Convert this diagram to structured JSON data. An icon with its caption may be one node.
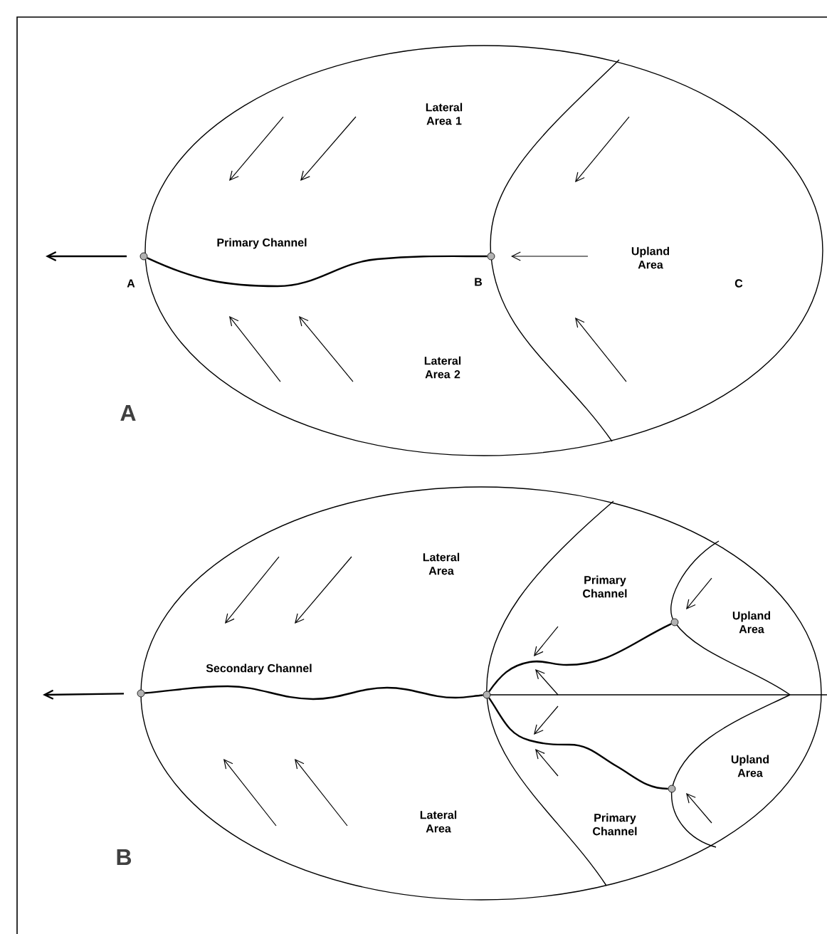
{
  "diagram": {
    "nodes": [
      {
        "text": [],
        "shape": "circle",
        "beside": [
          "A"
        ]
      },
      {
        "text": [],
        "shape": "circle",
        "beside": [
          "B"
        ]
      },
      {
        "text": [],
        "shape": "circle"
      },
      {
        "text": [],
        "shape": "circle"
      },
      {
        "text": [],
        "shape": "circle"
      },
      {
        "text": [],
        "shape": "circle"
      }
    ],
    "edges": [
      {
        "from": 0,
        "to": null,
        "arrow": "to"
      },
      {
        "from": 1,
        "to": 0,
        "arrow": "none",
        "label": "Primary Channel"
      },
      {
        "from": 2,
        "to": null,
        "arrow": "to"
      },
      {
        "from": 3,
        "to": 2,
        "arrow": "none",
        "label": "Secondary Channel"
      },
      {
        "from": 4,
        "to": 3,
        "arrow": "none"
      },
      {
        "from": 5,
        "to": 3,
        "arrow": "none"
      }
    ],
    "labels": [
      "Lateral Area 1",
      "Upland Area",
      "C",
      "Lateral Area 2",
      "A",
      "Lateral Area",
      "Primary Channel",
      "Upland Area",
      "Upland Area",
      "Lateral Area",
      "Primary Channel",
      "B"
    ]
  }
}
